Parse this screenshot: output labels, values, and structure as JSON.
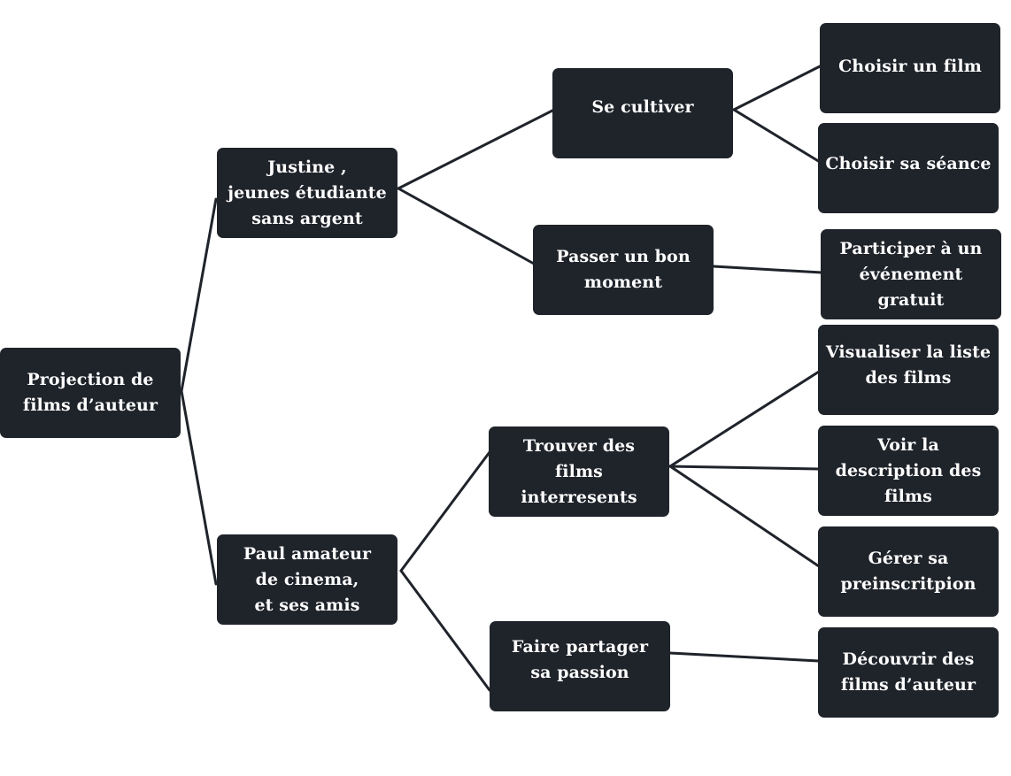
{
  "diagram": {
    "root": {
      "label": "Projection de\nfilms d’auteur"
    },
    "personas": {
      "justine": {
        "label": "Justine ,\njeunes étudiante\nsans argent"
      },
      "paul": {
        "label": "Paul amateur\nde cinema,\net ses amis"
      }
    },
    "goals": {
      "se_cultiver": {
        "label": "Se cultiver"
      },
      "passer_bon_moment": {
        "label": "Passer un bon\nmoment"
      },
      "trouver_films": {
        "label": "Trouver des\nfilms\ninterresents"
      },
      "faire_partager": {
        "label": "Faire partager\nsa passion"
      }
    },
    "actions": {
      "choisir_film": {
        "label": "Choisir un film"
      },
      "choisir_seance": {
        "label": "Choisir sa séance"
      },
      "participer_evenement": {
        "label": "Participer à un\névénement\ngratuit"
      },
      "visualiser_liste": {
        "label": "Visualiser la liste\ndes films"
      },
      "voir_description": {
        "label": "Voir la\ndescription des\nfilms"
      },
      "gerer_preinscription": {
        "label": "Gérer sa\npreinscritpion"
      },
      "decouvrir_films": {
        "label": "Découvrir des\nfilms d’auteur"
      }
    },
    "colors": {
      "node_fill": "#1f232a",
      "node_text": "#ffffff",
      "connector": "#1f232a"
    }
  }
}
